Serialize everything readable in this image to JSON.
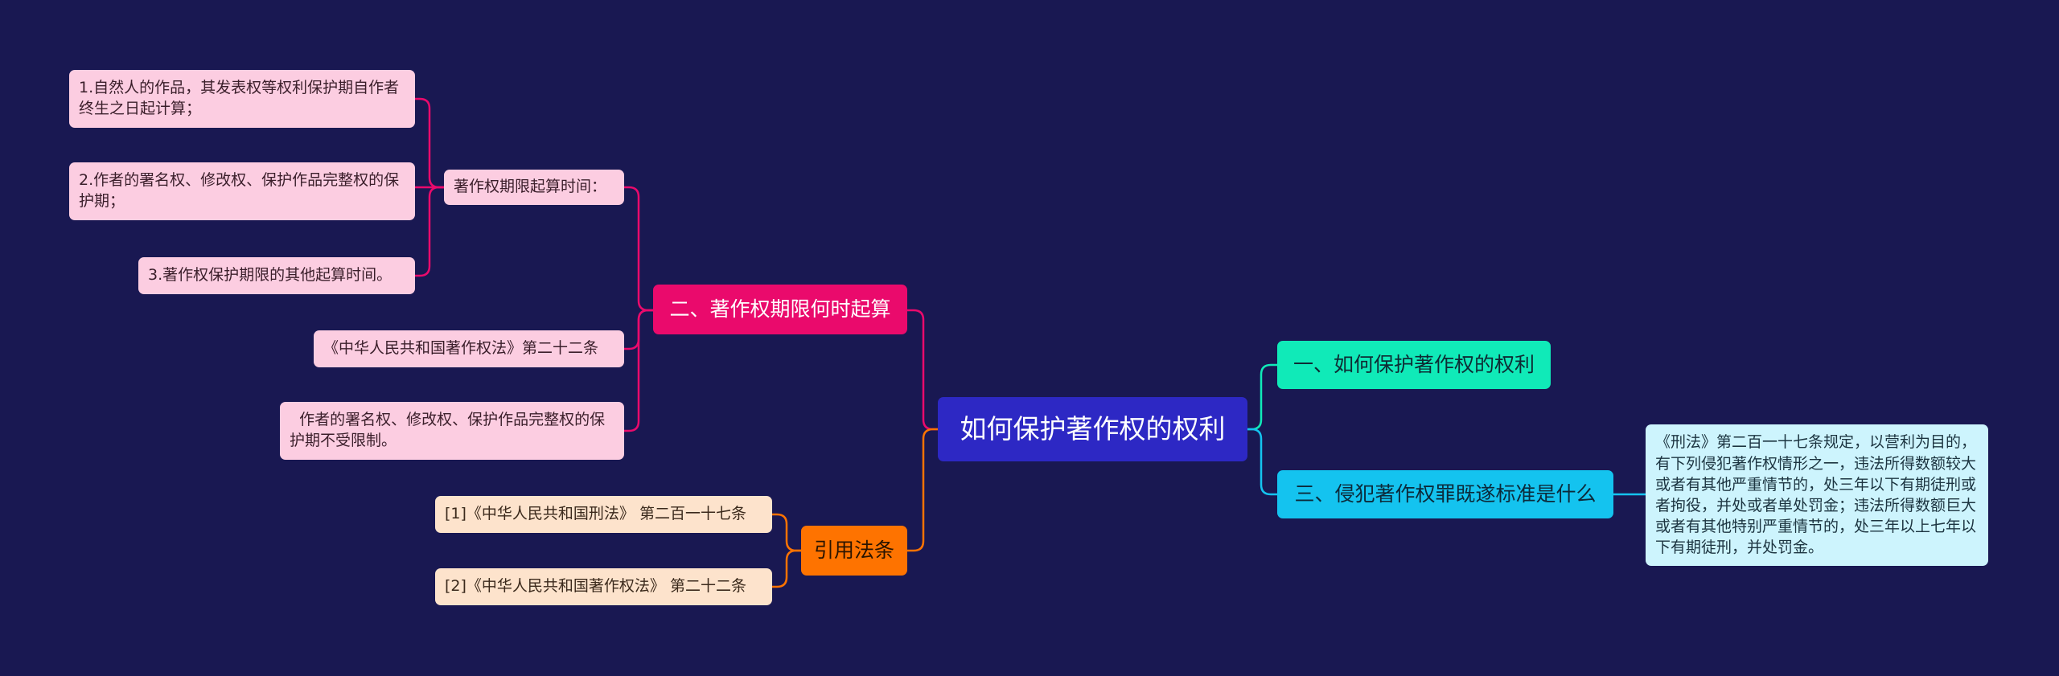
{
  "root": {
    "label": "如何保护著作权的权利"
  },
  "branches": {
    "term": {
      "label": "二、著作权期限何时起算",
      "sub": {
        "label": "著作权期限起算时间：",
        "items": [
          "1.自然人的作品，其发表权等权利保护期自作者终生之日起计算；",
          "2.作者的署名权、修改权、保护作品完整权的保护期；",
          "3.著作权保护期限的其他起算时间。"
        ]
      },
      "law_ref": "《中华人民共和国著作权法》第二十二条",
      "note": "  作者的署名权、修改权、保护作品完整权的保护期不受限制。"
    },
    "refs": {
      "label": "引用法条",
      "items": [
        "[1]《中华人民共和国刑法》 第二百一十七条",
        "[2]《中华人民共和国著作权法》 第二十二条"
      ]
    },
    "protect": {
      "label": "一、如何保护著作权的权利"
    },
    "crime": {
      "label": "三、侵犯著作权罪既遂标准是什么",
      "detail": "《刑法》第二百一十七条规定，以营利为目的，有下列侵犯著作权情形之一，违法所得数额较大或者有其他严重情节的，处三年以下有期徒刑或者拘役，并处或者单处罚金；违法所得数额巨大或者有其他特别严重情节的，处三年以上七年以下有期徒刑，并处罚金。"
    }
  },
  "colors": {
    "background": "#191852",
    "root": "#2d28c4",
    "pink": "#ea0a6c",
    "orange": "#fe7300",
    "teal": "#10eab8",
    "cyan": "#14c3ef"
  }
}
